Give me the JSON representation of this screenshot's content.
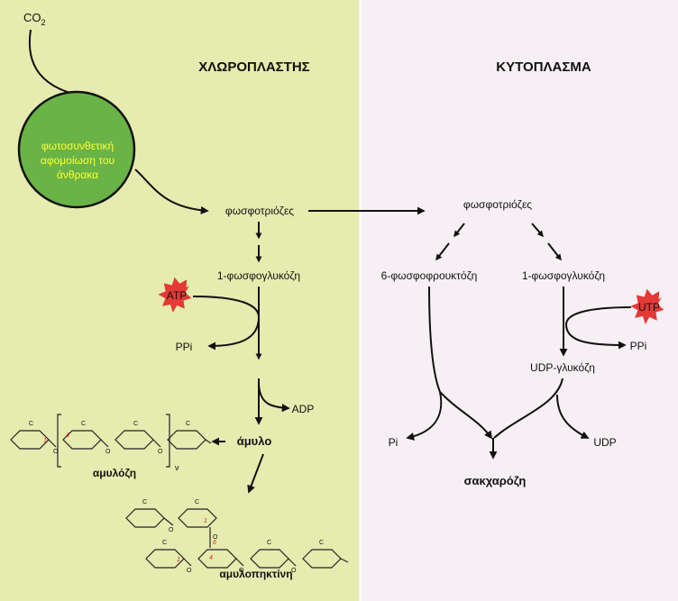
{
  "panels": {
    "left": {
      "title": "ΧΛΩΡΟΠΛΑΣΤΗΣ",
      "background": "#e6ebaf",
      "title_color": "#3cb54a"
    },
    "right": {
      "title": "ΚΥΤΟΠΛΑΣΜΑ",
      "background": "#f6f0f4",
      "title_color": "#c055a8"
    }
  },
  "co2": {
    "main": "CO",
    "subscript": "2"
  },
  "circle": {
    "line1": "φωτοσυνθετική",
    "line2": "αφομοίωση του",
    "line3": "άνθρακα",
    "fill": "#69b347",
    "text_color": "#ffff33"
  },
  "nodes": {
    "phosphotrioses_left": "φωσφοτριόζες",
    "glucose1p_left": "1-φωσφογλυκόζη",
    "ppi_left": "PPi",
    "adp": "ADP",
    "starch": "άμυλο",
    "amylose": "αμυλόζη",
    "amylopectin": "αμυλοπηκτίνη",
    "amylose_n": "ν",
    "phosphotrioses_right": "φωσφοτριόζες",
    "fructose6p": "6-φωσφοφρουκτόζη",
    "glucose1p_right": "1-φωσφογλυκόζη",
    "ppi_right": "PPi",
    "udp_glucose": "UDP-γλυκόζη",
    "pi": "Pi",
    "udp": "UDP",
    "sucrose": "σακχαρόζη"
  },
  "badges": {
    "atp": "ATP",
    "utp": "UTP",
    "color": "#e53935"
  },
  "structure_labels": {
    "c": "C",
    "o": "O",
    "n1": "1",
    "n4": "4",
    "n6": "6",
    "num_color": "#e02020"
  }
}
